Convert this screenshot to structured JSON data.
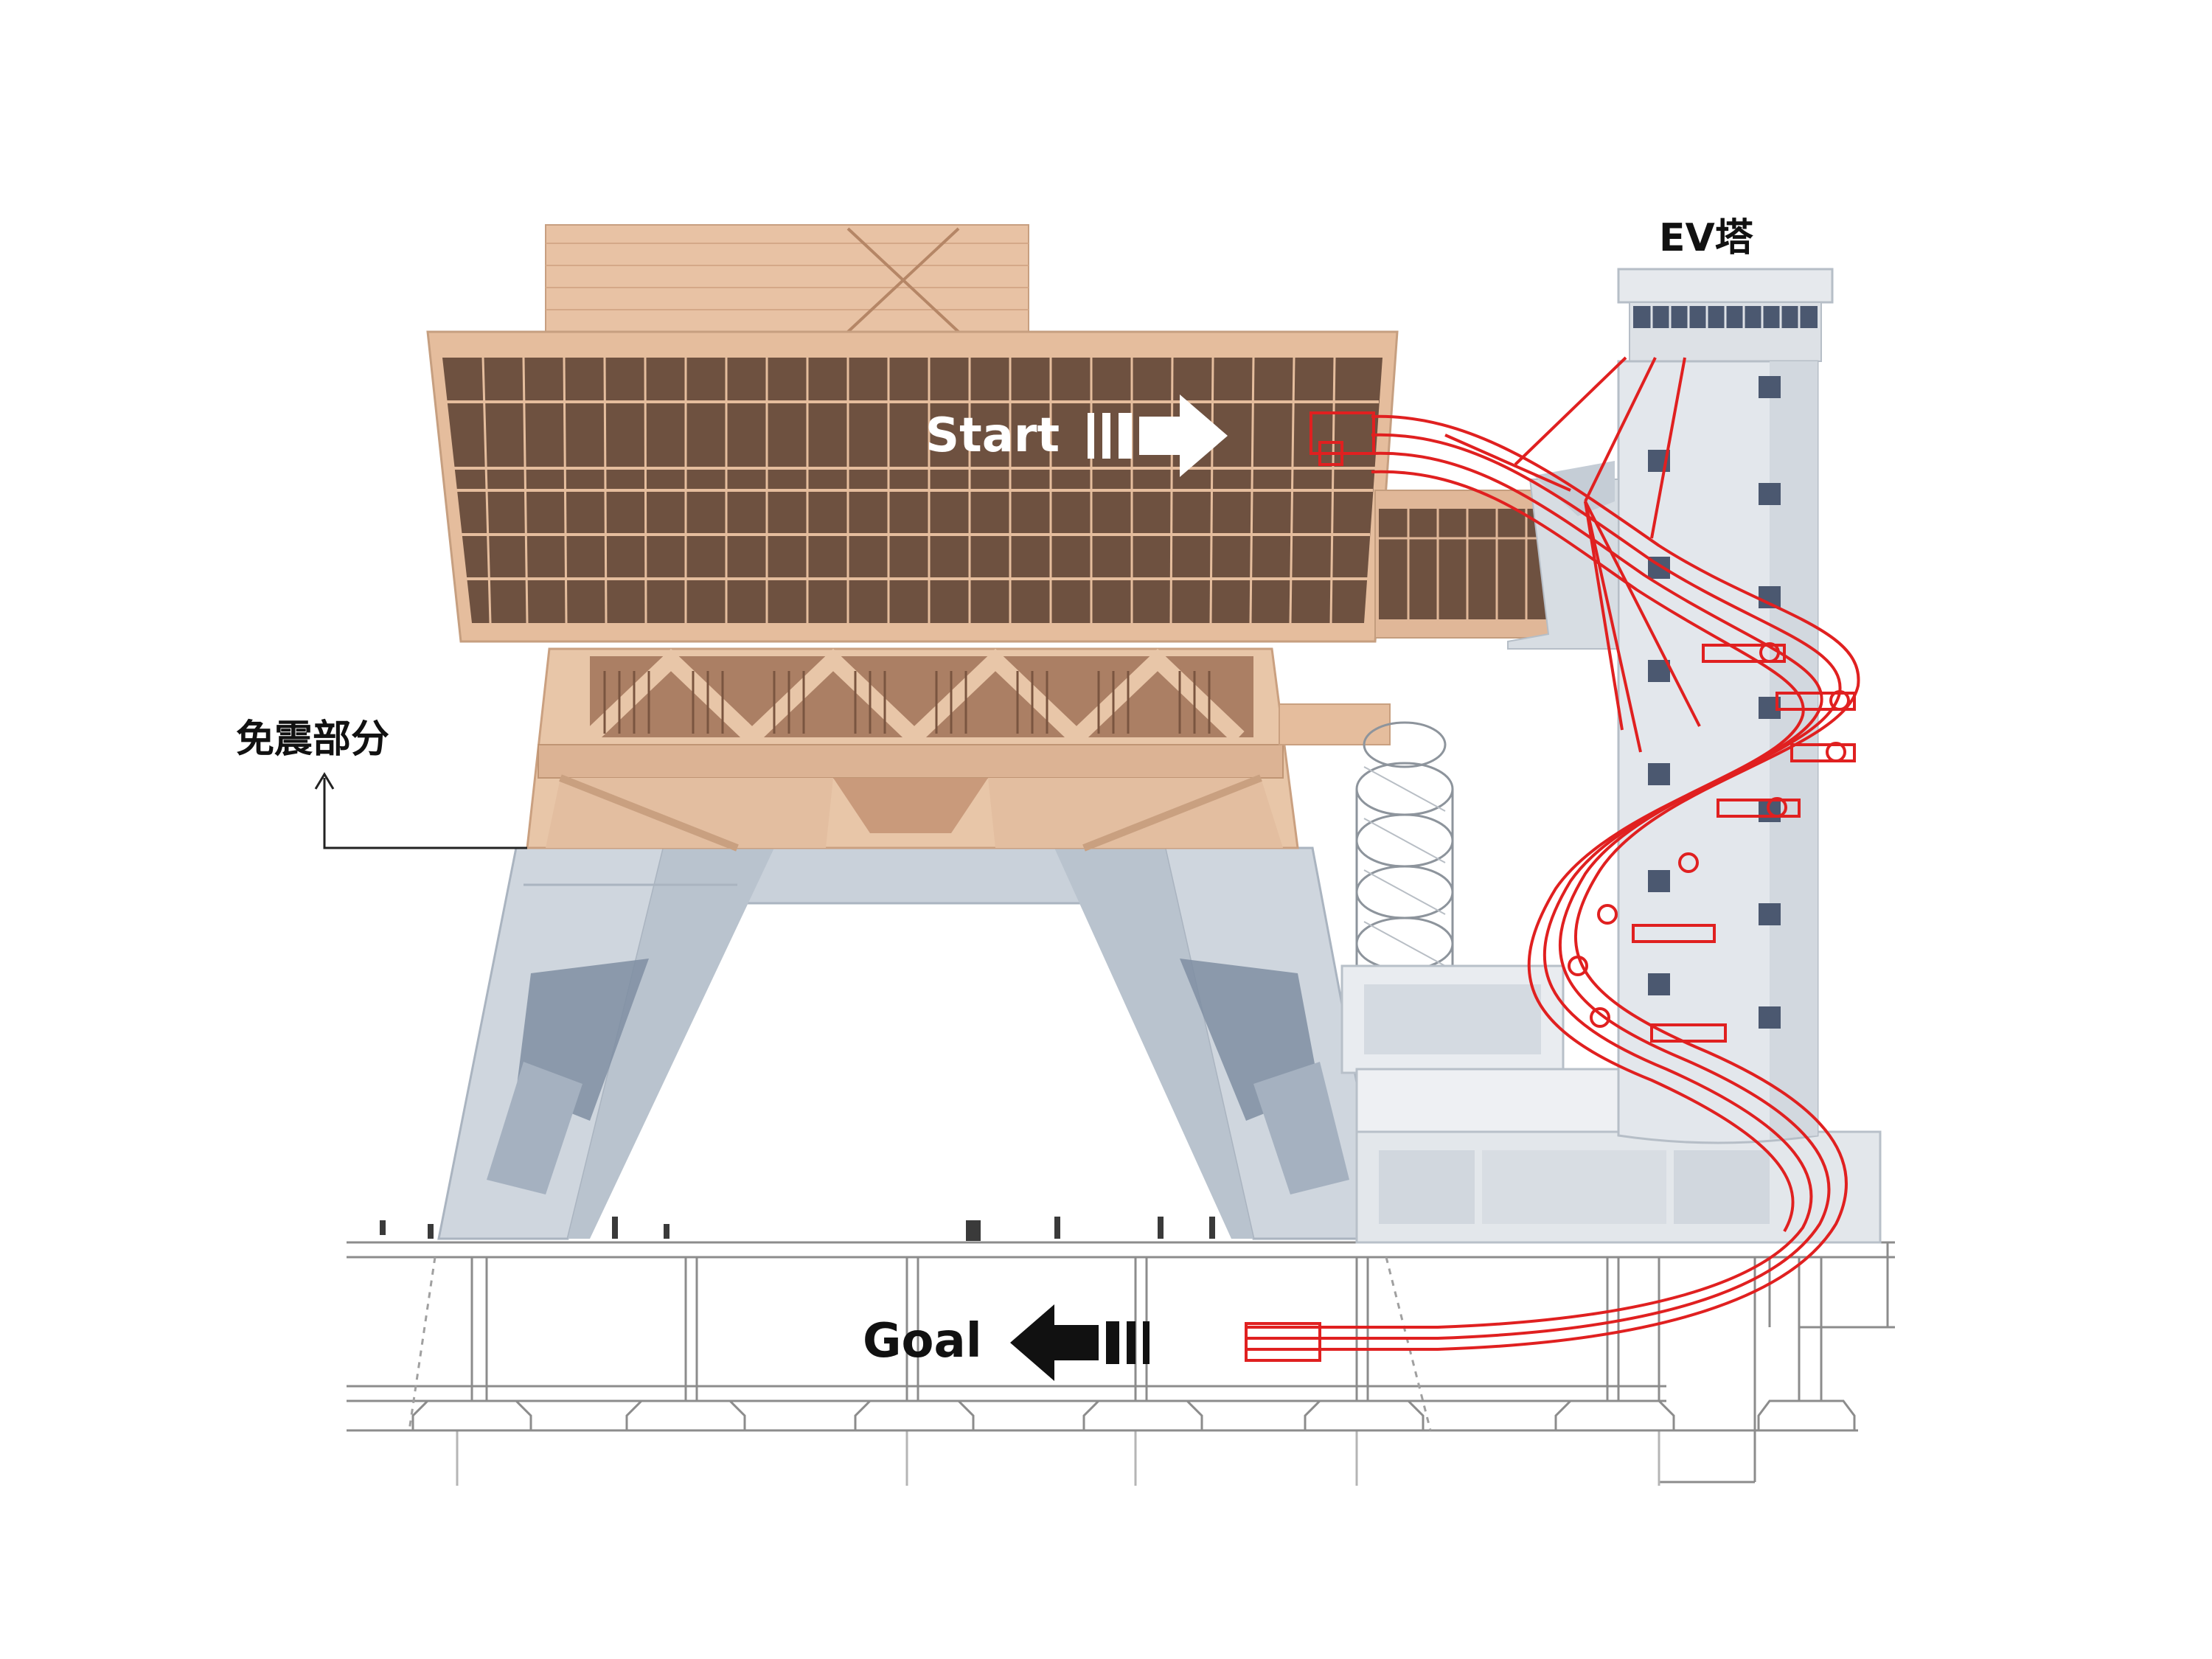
{
  "labels": {
    "start": "Start",
    "goal": "Goal",
    "ev_tower": "EV塔",
    "seismic_isolation": "免震部分"
  },
  "colors": {
    "slide_red": "#e02020",
    "upper_building": "#e6bc9c",
    "upper_building_dark": "#8a6650",
    "glass_grid": "#6b4e3e",
    "lower_structure": "#c9d1da",
    "lower_structure_shadow": "#8e9bab",
    "tower": "#e3e7ec",
    "tower_window": "#4b5870",
    "foundation_line": "#7a7a7a",
    "arrow_start": "#ffffff",
    "arrow_goal": "#111111"
  },
  "icons": {
    "start_arrow": "arrow-right-icon",
    "goal_arrow": "arrow-left-icon"
  }
}
